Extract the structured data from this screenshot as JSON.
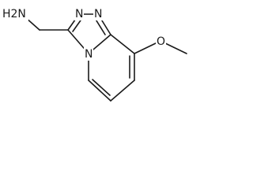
{
  "molecule": {
    "atoms": {
      "amine": "H2N",
      "ring_n_top_left": "N",
      "ring_n_top_right": "N",
      "ring_n_bridge": "N",
      "ether_o": "O"
    }
  }
}
